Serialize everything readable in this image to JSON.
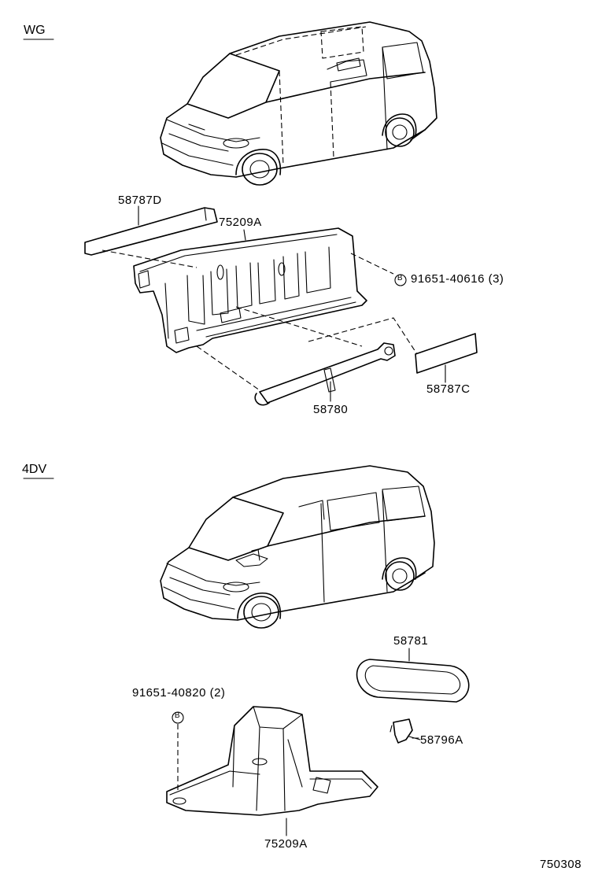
{
  "sections": {
    "wg": "WG",
    "fourdv": "4DV"
  },
  "parts": {
    "p58787D": "58787D",
    "p75209A_top": "75209A",
    "p91651_40616": "91651-40616 (3)",
    "p58787C": "58787C",
    "p58780": "58780",
    "p58781": "58781",
    "p91651_40820": "91651-40820 (2)",
    "p58796A": "58796A",
    "p75209A_bottom": "75209A"
  },
  "bolt_symbol": "B",
  "diagram_number": "750308"
}
